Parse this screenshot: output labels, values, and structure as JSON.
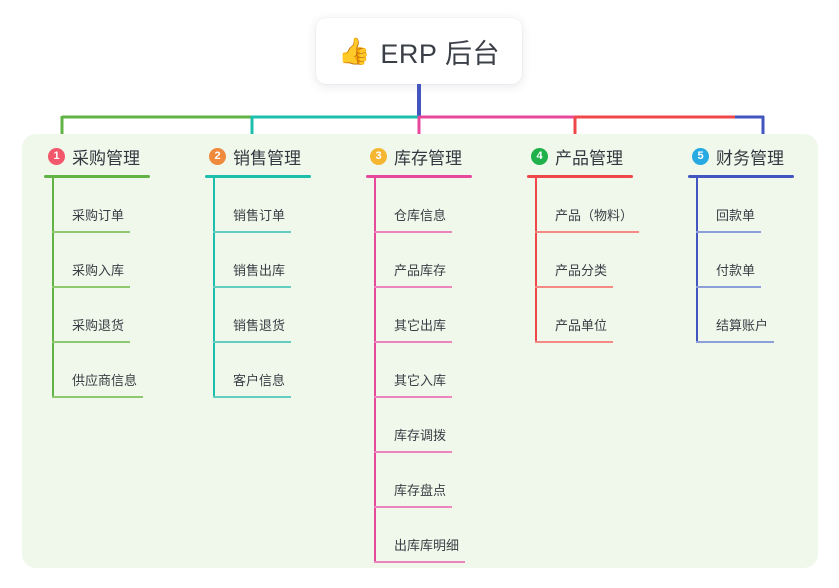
{
  "root": {
    "icon": "thumbs-up-icon",
    "emoji": "👍",
    "title": "ERP 后台"
  },
  "theme": {
    "panel_bg": "#eff8ea",
    "page_bg": "#ffffff",
    "root_stem": "#4356bf",
    "text": "#343840"
  },
  "branches": [
    {
      "number": "1",
      "label": "采购管理",
      "badge_color": "#f2576b",
      "line_color": "#62b346",
      "leaf_line_color": "#8ec96f",
      "items": [
        {
          "label": "采购订单"
        },
        {
          "label": "采购入库"
        },
        {
          "label": "采购退货"
        },
        {
          "label": "供应商信息"
        }
      ]
    },
    {
      "number": "2",
      "label": "销售管理",
      "badge_color": "#ef8a3c",
      "line_color": "#1bbfab",
      "leaf_line_color": "#63cdc0",
      "items": [
        {
          "label": "销售订单"
        },
        {
          "label": "销售出库"
        },
        {
          "label": "销售退货"
        },
        {
          "label": "客户信息"
        }
      ]
    },
    {
      "number": "3",
      "label": "库存管理",
      "badge_color": "#f5b731",
      "line_color": "#e8489c",
      "leaf_line_color": "#ec85bb",
      "items": [
        {
          "label": "仓库信息"
        },
        {
          "label": "产品库存"
        },
        {
          "label": "其它出库"
        },
        {
          "label": "其它入库"
        },
        {
          "label": "库存调拨"
        },
        {
          "label": "库存盘点"
        },
        {
          "label": "出库库明细"
        }
      ]
    },
    {
      "number": "4",
      "label": "产品管理",
      "badge_color": "#21b14b",
      "line_color": "#f0474a",
      "leaf_line_color": "#f58a84",
      "items": [
        {
          "label": "产品（物料）"
        },
        {
          "label": "产品分类"
        },
        {
          "label": "产品单位"
        }
      ]
    },
    {
      "number": "5",
      "label": "财务管理",
      "badge_color": "#27aae1",
      "line_color": "#4356bf",
      "leaf_line_color": "#8d9fdb",
      "items": [
        {
          "label": "回款单"
        },
        {
          "label": "付款单"
        },
        {
          "label": "结算账户"
        }
      ]
    }
  ]
}
